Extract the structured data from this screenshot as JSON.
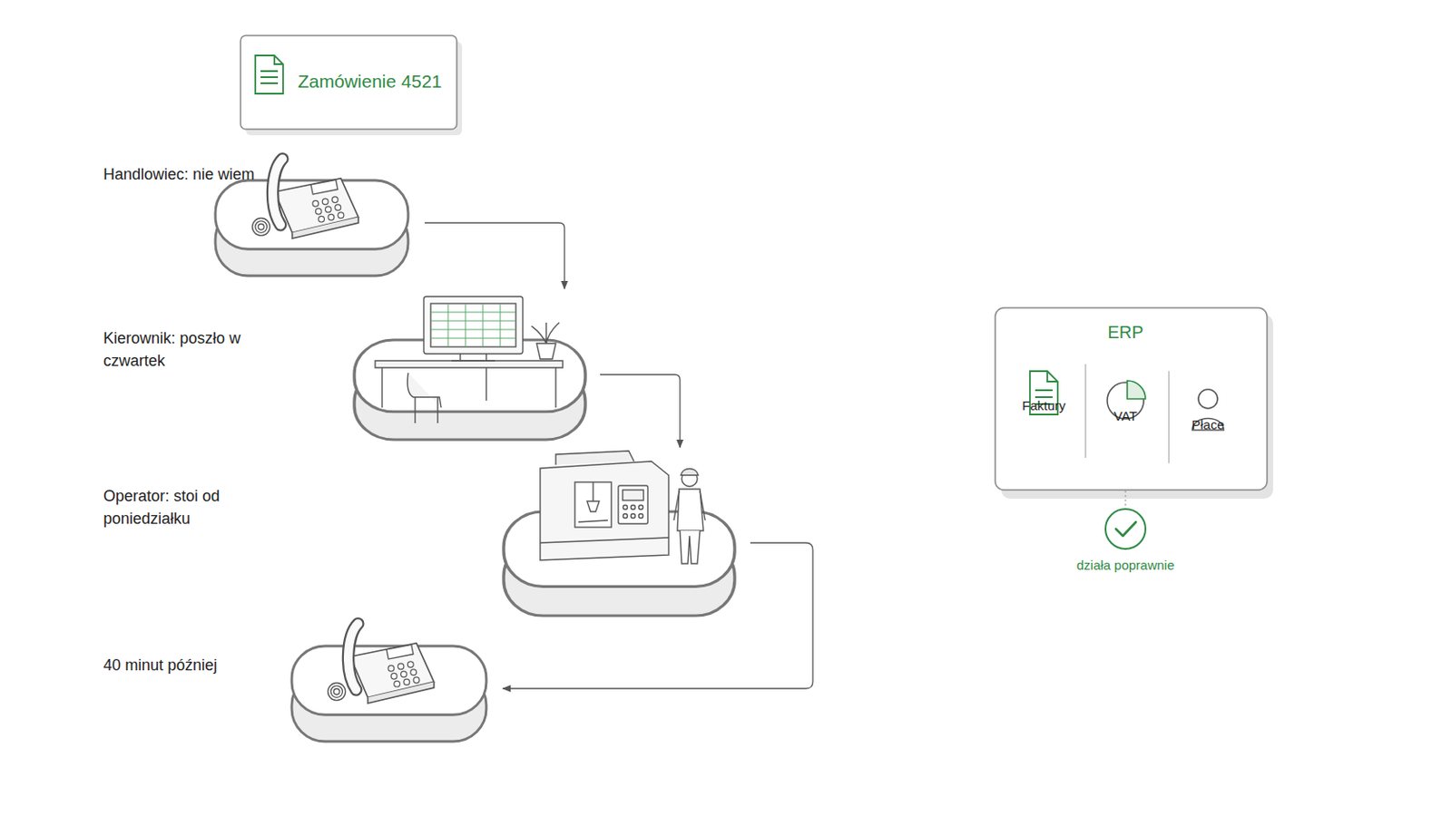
{
  "diagram": {
    "nodes": [
      {
        "text": [
          "Zamówienie 4521"
        ]
      },
      {
        "text": [
          "Handlowiec: nie wiem"
        ]
      },
      {
        "text": [
          "Kierownik: poszło w czwartek"
        ]
      },
      {
        "text": [
          "Operator: stoi od poniedziałku"
        ]
      },
      {
        "text": [
          "40 minut później"
        ]
      },
      {
        "text": [
          "ERP"
        ]
      }
    ],
    "edges": [
      {
        "from": 1,
        "to": 2,
        "arrow": "to"
      },
      {
        "from": 2,
        "to": 3,
        "arrow": "to"
      },
      {
        "from": 3,
        "to": 4,
        "arrow": "to"
      }
    ],
    "labels": [
      "Faktury",
      "VAT",
      "Płace",
      "działa poprawnie"
    ]
  }
}
